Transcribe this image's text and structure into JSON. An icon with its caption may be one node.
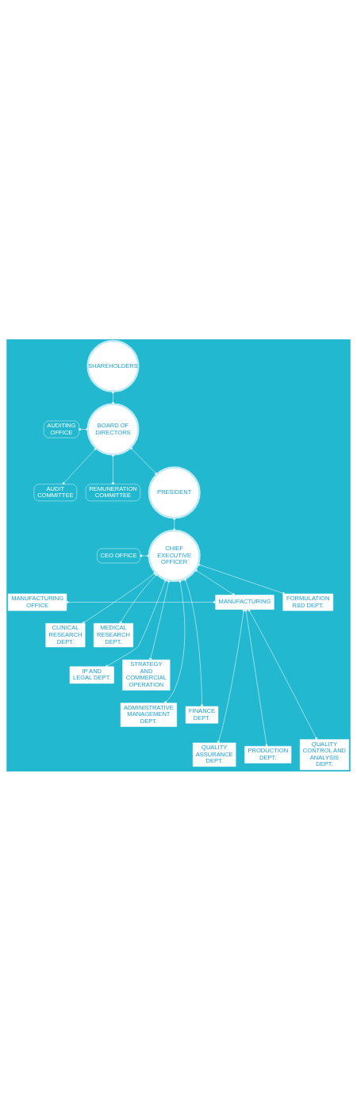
{
  "diagram": {
    "nodes": [
      {
        "text": [
          "SHAREHOLDERS"
        ]
      },
      {
        "text": [
          "BOARD OF DIRECTORS"
        ]
      },
      {
        "text": [
          "AUDITING OFFICE"
        ]
      },
      {
        "text": [
          "AUDIT COMMITTEE"
        ]
      },
      {
        "text": [
          "REMUNERATION COMMITTEE"
        ]
      },
      {
        "text": [
          "PRESIDENT"
        ]
      },
      {
        "text": [
          "CHIEF EXECUTIVE OFFICER"
        ]
      },
      {
        "text": [
          "CEO OFFICE"
        ]
      },
      {
        "text": [
          "MANUFACTURING OFFICE"
        ]
      },
      {
        "text": [
          "MANUFACTURING"
        ]
      },
      {
        "text": [
          "FORMULATION R&D DEPT."
        ]
      },
      {
        "text": [
          "CLINICAL RESEARCH DEPT."
        ]
      },
      {
        "text": [
          "MEDICAL RESEARCH DEPT."
        ]
      },
      {
        "text": [
          "IP AND LEGAL DEPT."
        ]
      },
      {
        "text": [
          "STRATEGY AND COMMERCIAL OPERATION"
        ]
      },
      {
        "text": [
          "ADMINISTRATIVE MANAGEMENT DEPT."
        ]
      },
      {
        "text": [
          "FINANCE DEPT."
        ]
      },
      {
        "text": [
          "QUALITY ASSURANCE DEPT."
        ]
      },
      {
        "text": [
          "PRODUCTION DEPT."
        ]
      },
      {
        "text": [
          "QUALITY CONTROL AND ANALYSIS DEPT."
        ]
      }
    ],
    "edges": [
      {
        "from": 0,
        "to": 1,
        "arrow": "other"
      },
      {
        "from": 2,
        "to": 1,
        "arrow": "other"
      },
      {
        "from": 1,
        "to": 3,
        "arrow": "other"
      },
      {
        "from": 1,
        "to": 4,
        "arrow": "other"
      },
      {
        "from": 1,
        "to": 5,
        "arrow": "other"
      },
      {
        "from": 5,
        "to": 6,
        "arrow": "other"
      },
      {
        "from": 7,
        "to": 6,
        "arrow": "other"
      },
      {
        "from": 6,
        "to": 9,
        "arrow": "other"
      },
      {
        "from": 6,
        "to": 10,
        "arrow": "other"
      },
      {
        "from": 6,
        "to": 11,
        "arrow": "other"
      },
      {
        "from": 6,
        "to": 12,
        "arrow": "other"
      },
      {
        "from": 6,
        "to": 13,
        "arrow": "other"
      },
      {
        "from": 6,
        "to": 14,
        "arrow": "other"
      },
      {
        "from": 6,
        "to": 15,
        "arrow": "other"
      },
      {
        "from": 6,
        "to": 16,
        "arrow": "other"
      },
      {
        "from": 8,
        "to": 9,
        "arrow": "other"
      },
      {
        "from": 9,
        "to": 17,
        "arrow": "other"
      },
      {
        "from": 9,
        "to": 18,
        "arrow": "other"
      },
      {
        "from": 9,
        "to": 19,
        "arrow": "other"
      }
    ]
  }
}
